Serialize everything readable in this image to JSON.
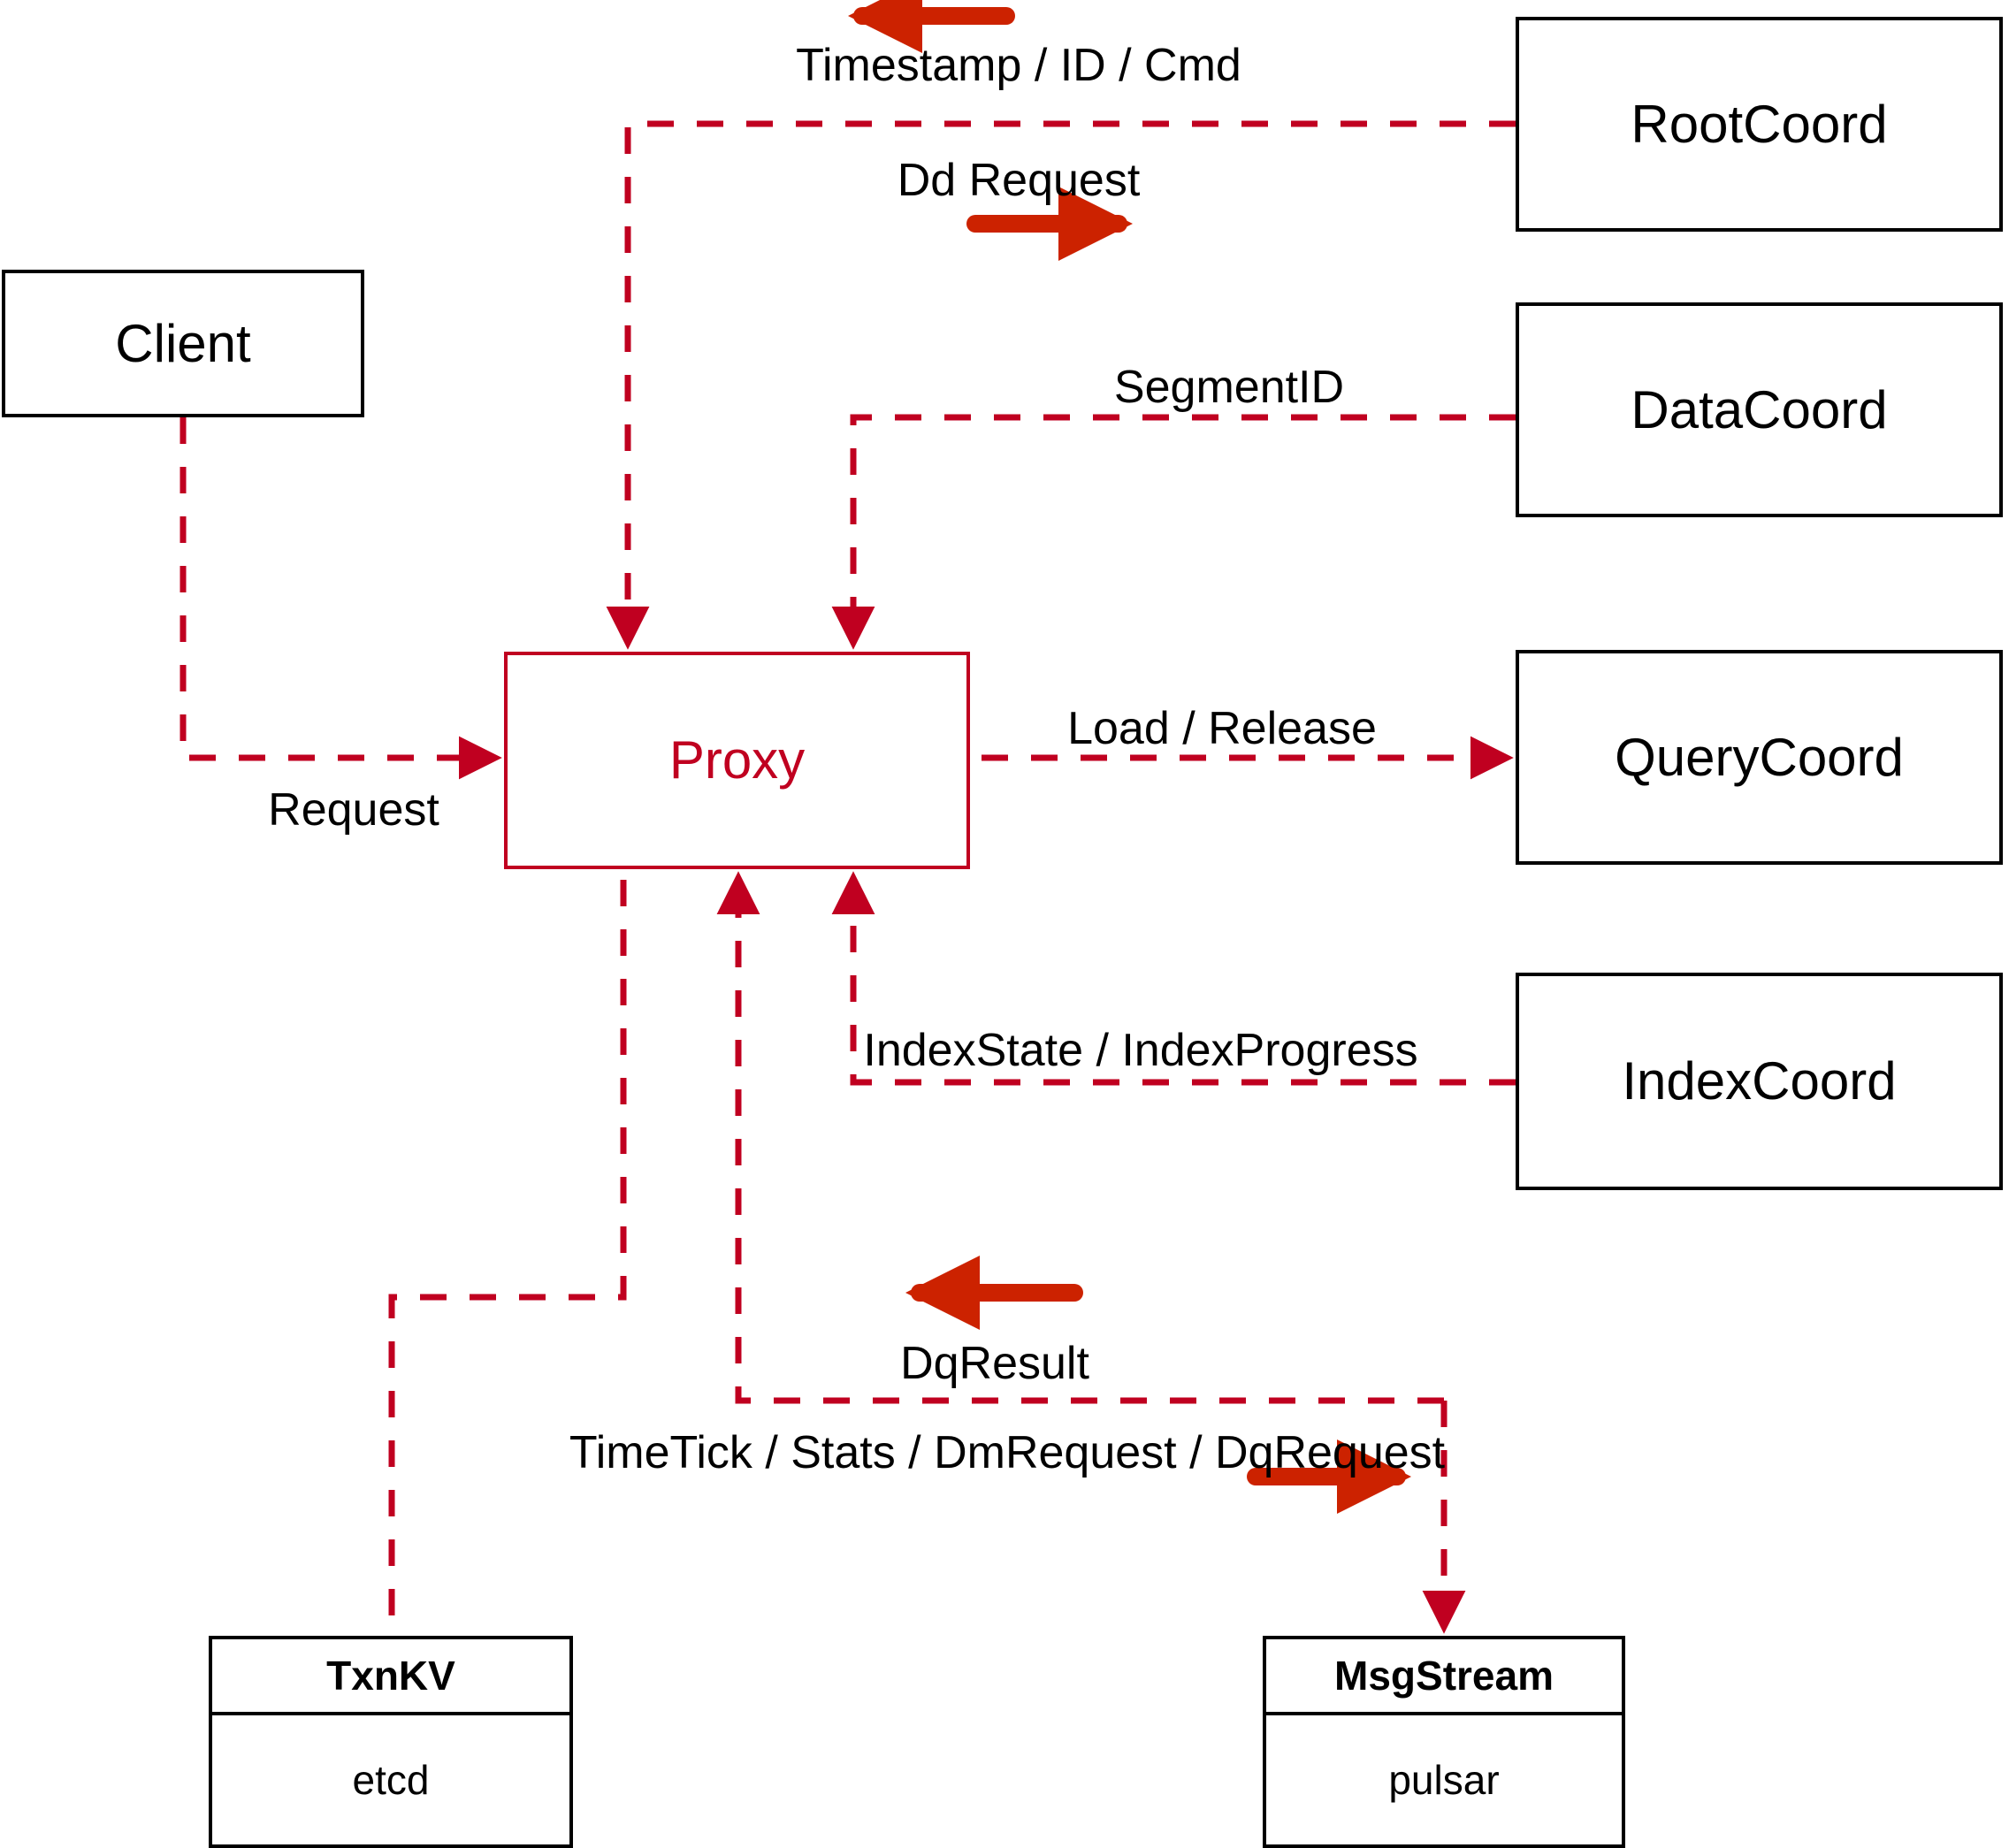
{
  "diagram": {
    "title": "Milvus Proxy interaction diagram",
    "accent_color": "#c00020",
    "arrow_color": "#cc2200",
    "node_color": "#000000",
    "background": "#ffffff"
  },
  "nodes": {
    "client": {
      "label": "Client"
    },
    "proxy": {
      "label": "Proxy"
    },
    "root_coord": {
      "label": "RootCoord"
    },
    "data_coord": {
      "label": "DataCoord"
    },
    "query_coord": {
      "label": "QueryCoord"
    },
    "index_coord": {
      "label": "IndexCoord"
    },
    "txnkv": {
      "title": "TxnKV",
      "body": "etcd"
    },
    "msgstream": {
      "title": "MsgStream",
      "body": "pulsar"
    }
  },
  "edge_labels": {
    "timestamp_id_cmd": "Timestamp / ID / Cmd",
    "dd_request": "Dd Request",
    "segment_id": "SegmentID",
    "load_release": "Load / Release",
    "index_state_progress": "IndexState / IndexProgress",
    "request": "Request",
    "dq_result": "DqResult",
    "timetick_stats_dm_dq": "TimeTick / Stats / DmRequest / DqRequest"
  },
  "direction_arrows": {
    "timestamp_id_cmd_direction": "left",
    "dd_request_direction": "right",
    "dq_result_direction": "left",
    "timetick_direction": "right"
  }
}
